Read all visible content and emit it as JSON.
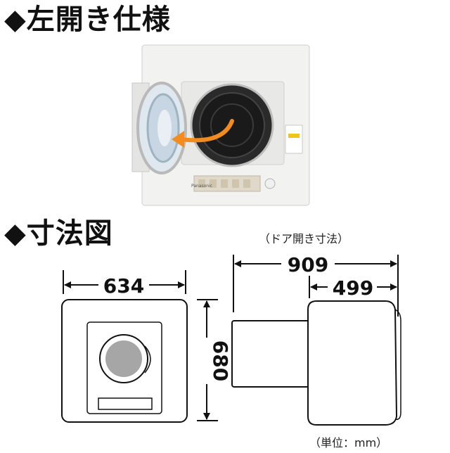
{
  "headings": {
    "left_open": "◆左開き仕様",
    "dimensions": "◆寸法図"
  },
  "photo": {
    "brand_label": "Panasonic",
    "arrow_color": "#f28c1e"
  },
  "captions": {
    "door_open": "（ドア開き寸法）",
    "unit": "（単位：mm）"
  },
  "dimensions": {
    "width": "634",
    "height": "680",
    "depth_door_open": "909",
    "depth": "499"
  }
}
